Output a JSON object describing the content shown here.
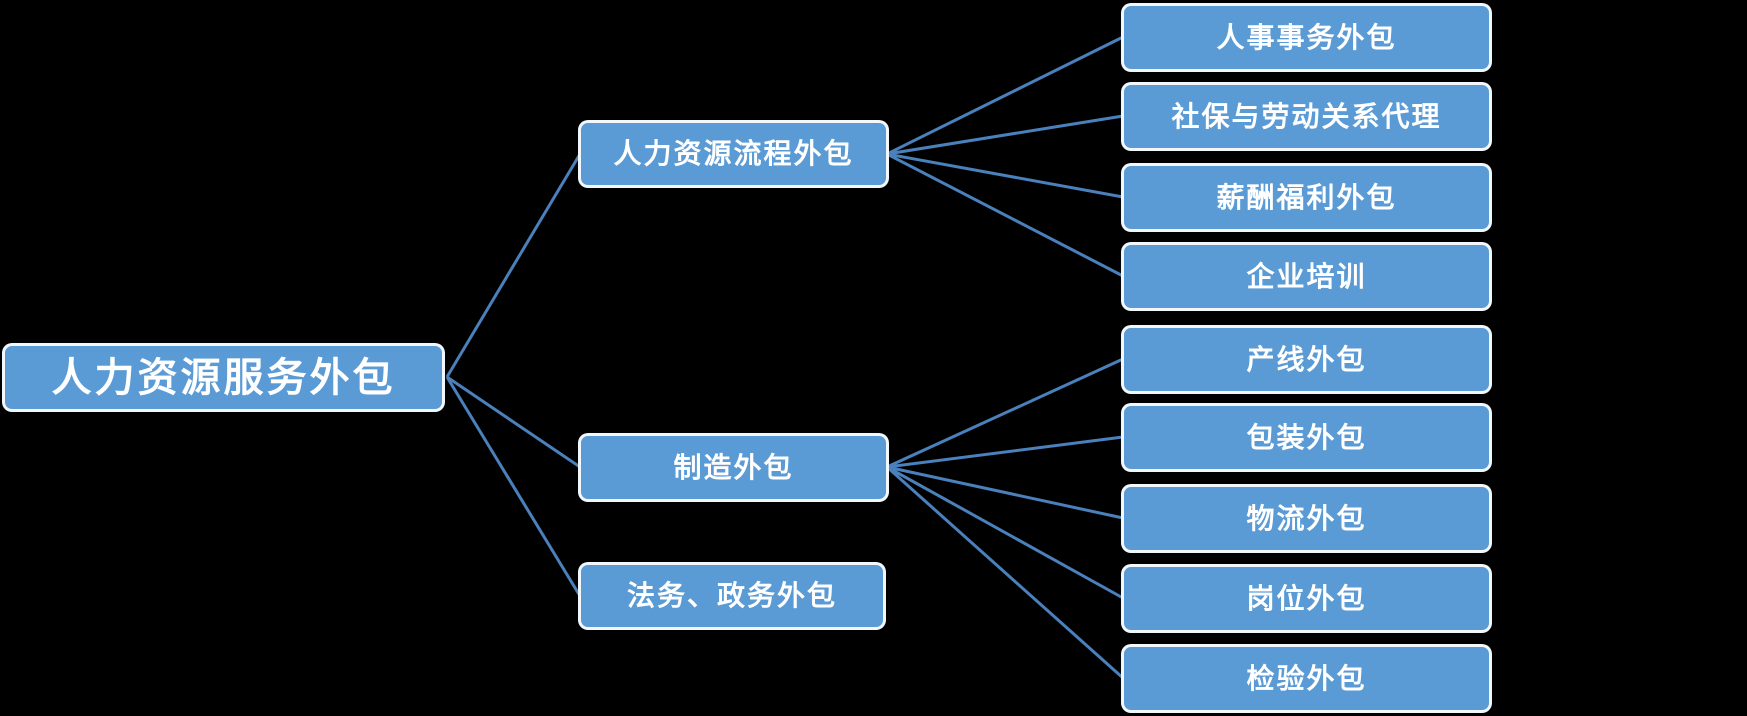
{
  "diagram": {
    "type": "tree",
    "orientation": "left-to-right",
    "background_color": "#000000",
    "node_fill_color": "#5B9BD5",
    "node_border_color": "#FFFFFF",
    "connector_color": "#4A80BC",
    "text_color": "#FFFFFF",
    "root": {
      "label": "人力资源服务外包"
    },
    "branches": [
      {
        "label": "人力资源流程外包",
        "children": [
          {
            "label": "人事事务外包"
          },
          {
            "label": "社保与劳动关系代理"
          },
          {
            "label": "薪酬福利外包"
          },
          {
            "label": "企业培训"
          }
        ]
      },
      {
        "label": "制造外包",
        "children": [
          {
            "label": "产线外包"
          },
          {
            "label": "包装外包"
          },
          {
            "label": "物流外包"
          },
          {
            "label": "岗位外包"
          },
          {
            "label": "检验外包"
          }
        ]
      },
      {
        "label": "法务、政务外包",
        "children": []
      }
    ]
  }
}
